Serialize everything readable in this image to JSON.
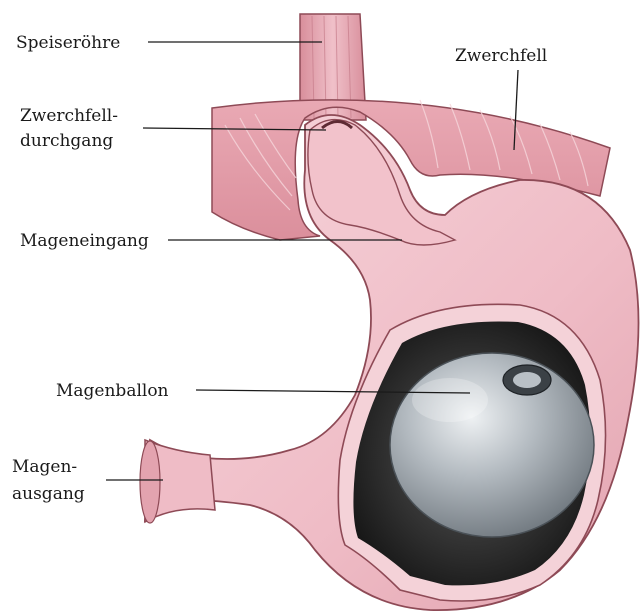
{
  "labels": {
    "esophagus": "Speiseröhre",
    "diaphragm": "Zwerchfell",
    "hiatus_line1": "Zwerchfell-",
    "hiatus_line2": "durchgang",
    "cardia": "Mageneingang",
    "balloon": "Magenballon",
    "pylorus_line1": "Magen-",
    "pylorus_line2": "ausgang"
  },
  "colors": {
    "stomach": "#f2c6cf",
    "stomach_dark": "#d98e9c",
    "muscle": "#e7a7b2",
    "muscle_line": "#f6d7dc",
    "cavity": "#2a2a2a",
    "balloon": "#a9b0b6",
    "balloon_highlight": "#e9edf0",
    "outline": "#7a3b45"
  }
}
